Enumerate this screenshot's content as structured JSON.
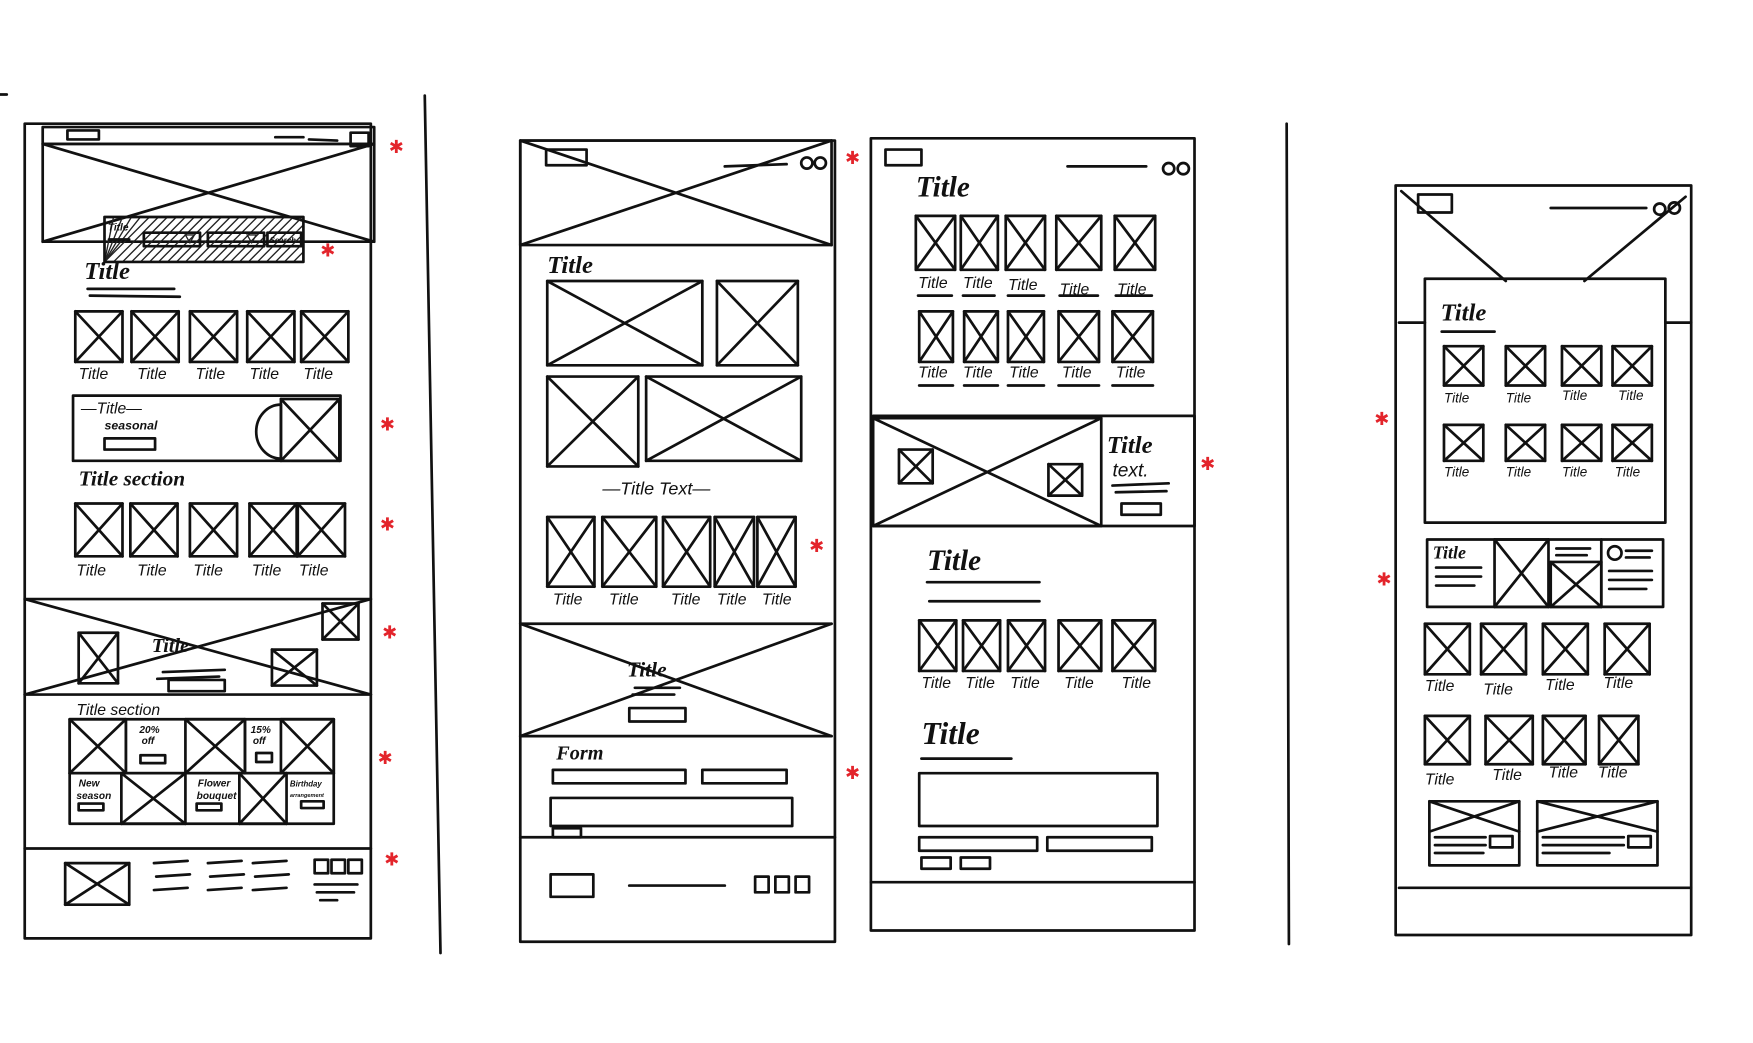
{
  "colors": {
    "ink": "#111111",
    "annotation": "#e3242b",
    "paper": "#ffffff"
  },
  "star_icon": "red-asterisk-star",
  "wireframe_1": {
    "search_title": "Title",
    "search_button": "Search",
    "heading": "Title",
    "product_row_1": [
      "Title",
      "Title",
      "Title",
      "Title",
      "Title"
    ],
    "banner_title": "—Title—",
    "banner_subtitle": "seasonal",
    "section_heading": "Title section",
    "product_row_2": [
      "Title",
      "Title",
      "Title",
      "Title",
      "Title"
    ],
    "promo_title": "Title",
    "grid_heading": "Title section",
    "grid_cells": {
      "discount_1_a": "20%",
      "discount_1_b": "off",
      "discount_2_a": "15%",
      "discount_2_b": "off",
      "new_a": "New",
      "new_b": "season",
      "flower_a": "Flower",
      "flower_b": "bouquet",
      "birthday_a": "Birthday",
      "birthday_b": "arrangement"
    }
  },
  "wireframe_2": {
    "heading": "Title",
    "subheading": "—Title Text—",
    "product_row": [
      "Title",
      "Title",
      "Title",
      "Title",
      "Title"
    ],
    "promo_title": "Title",
    "form_title": "Form"
  },
  "wireframe_3": {
    "heading": "Title",
    "product_row_1": [
      "Title",
      "Title",
      "Title",
      "Title",
      "Title"
    ],
    "product_row_2": [
      "Title",
      "Title",
      "Title",
      "Title",
      "Title"
    ],
    "banner_title": "Title",
    "banner_text": "text.",
    "section_heading": "Title",
    "product_row_3": [
      "Title",
      "Title",
      "Title",
      "Title",
      "Title"
    ],
    "form_heading": "Title"
  },
  "wireframe_4": {
    "heading": "Title",
    "card_row_1": [
      "Title",
      "Title",
      "Title",
      "Title"
    ],
    "card_row_2": [
      "Title",
      "Title",
      "Title",
      "Title"
    ],
    "feature_title": "Title",
    "product_row_1": [
      "Title",
      "Title",
      "Title",
      "Title"
    ],
    "product_row_2": [
      "Title",
      "Title",
      "Title",
      "Title"
    ]
  }
}
